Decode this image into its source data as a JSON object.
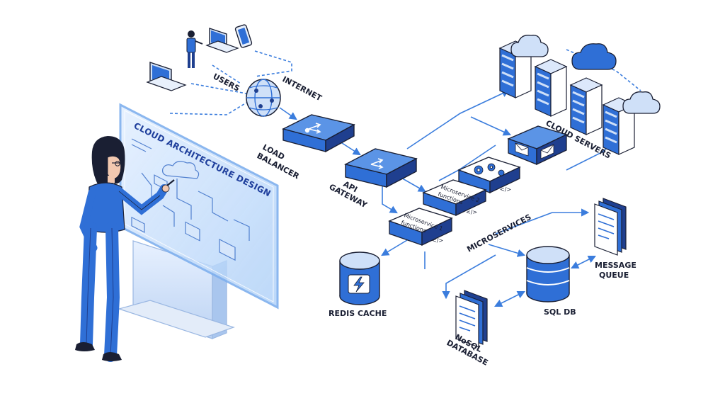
{
  "labels": {
    "users": "USERS",
    "internet": "INTERNET",
    "load_balancer_1": "LOAD",
    "load_balancer_2": "BALANCER",
    "api_gateway_1": "API",
    "api_gateway_2": "GATEWAY",
    "cloud_servers": "CLOUD SERVERS",
    "microservices": "MICROSERVICES",
    "microservice_1_1": "Microservice 1",
    "microservice_1_2": "functions",
    "microservice_2_1": "Microservice 2",
    "microservice_2_2": "functions",
    "redis_cache": "REDIS CACHE",
    "sql_db": "SQL DB",
    "message_queue_1": "MESSAGE",
    "message_queue_2": "QUEUE",
    "nosql_1": "NoSQL",
    "nosql_2": "DATABASE",
    "screen_title": "CLOUD ARCHITECTURE DESIGN"
  },
  "colors": {
    "primary": "#2f6fd6",
    "dark": "#1f3f8f",
    "light": "#cfe0f8",
    "outline": "#1a1f33",
    "arrow": "#3b7ddd",
    "glass": "#bcd8fb"
  },
  "icons": [
    "person-icon",
    "laptop-icon",
    "phone-icon",
    "globe-icon",
    "cloud-icon",
    "server-rack-icon",
    "gear-icon",
    "lightning-icon",
    "document-icon"
  ]
}
